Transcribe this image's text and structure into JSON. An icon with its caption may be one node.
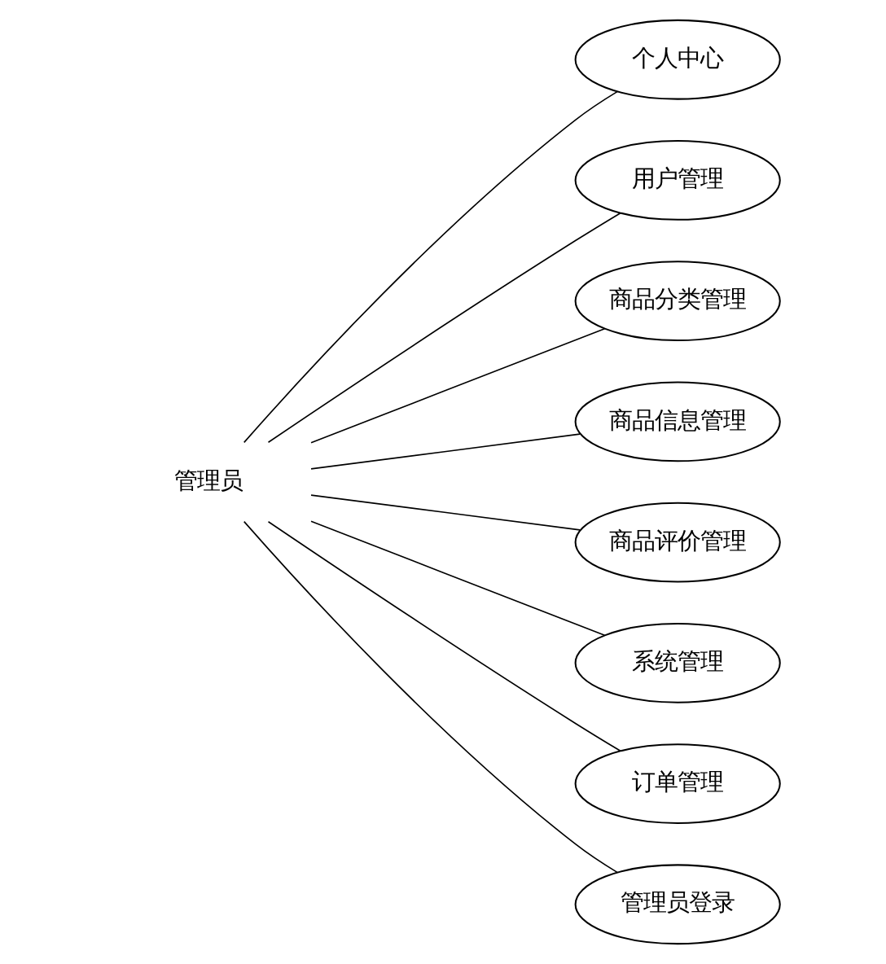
{
  "diagram": {
    "nodes": [
      {
        "text": [
          "管理员"
        ]
      },
      {
        "text": [
          "个人中心"
        ]
      },
      {
        "text": [
          "用户管理"
        ]
      },
      {
        "text": [
          "商品分类管理"
        ]
      },
      {
        "text": [
          "商品信息管理"
        ]
      },
      {
        "text": [
          "商品评价管理"
        ]
      },
      {
        "text": [
          "系统管理"
        ]
      },
      {
        "text": [
          "订单管理"
        ]
      },
      {
        "text": [
          "管理员登录"
        ]
      }
    ],
    "edges": [
      {
        "from": 0,
        "to": 1,
        "arrow": "none"
      },
      {
        "from": 0,
        "to": 2,
        "arrow": "none"
      },
      {
        "from": 0,
        "to": 3,
        "arrow": "none"
      },
      {
        "from": 0,
        "to": 4,
        "arrow": "none"
      },
      {
        "from": 0,
        "to": 5,
        "arrow": "none"
      },
      {
        "from": 0,
        "to": 6,
        "arrow": "none"
      },
      {
        "from": 0,
        "to": 7,
        "arrow": "none"
      },
      {
        "from": 0,
        "to": 8,
        "arrow": "none"
      }
    ]
  }
}
